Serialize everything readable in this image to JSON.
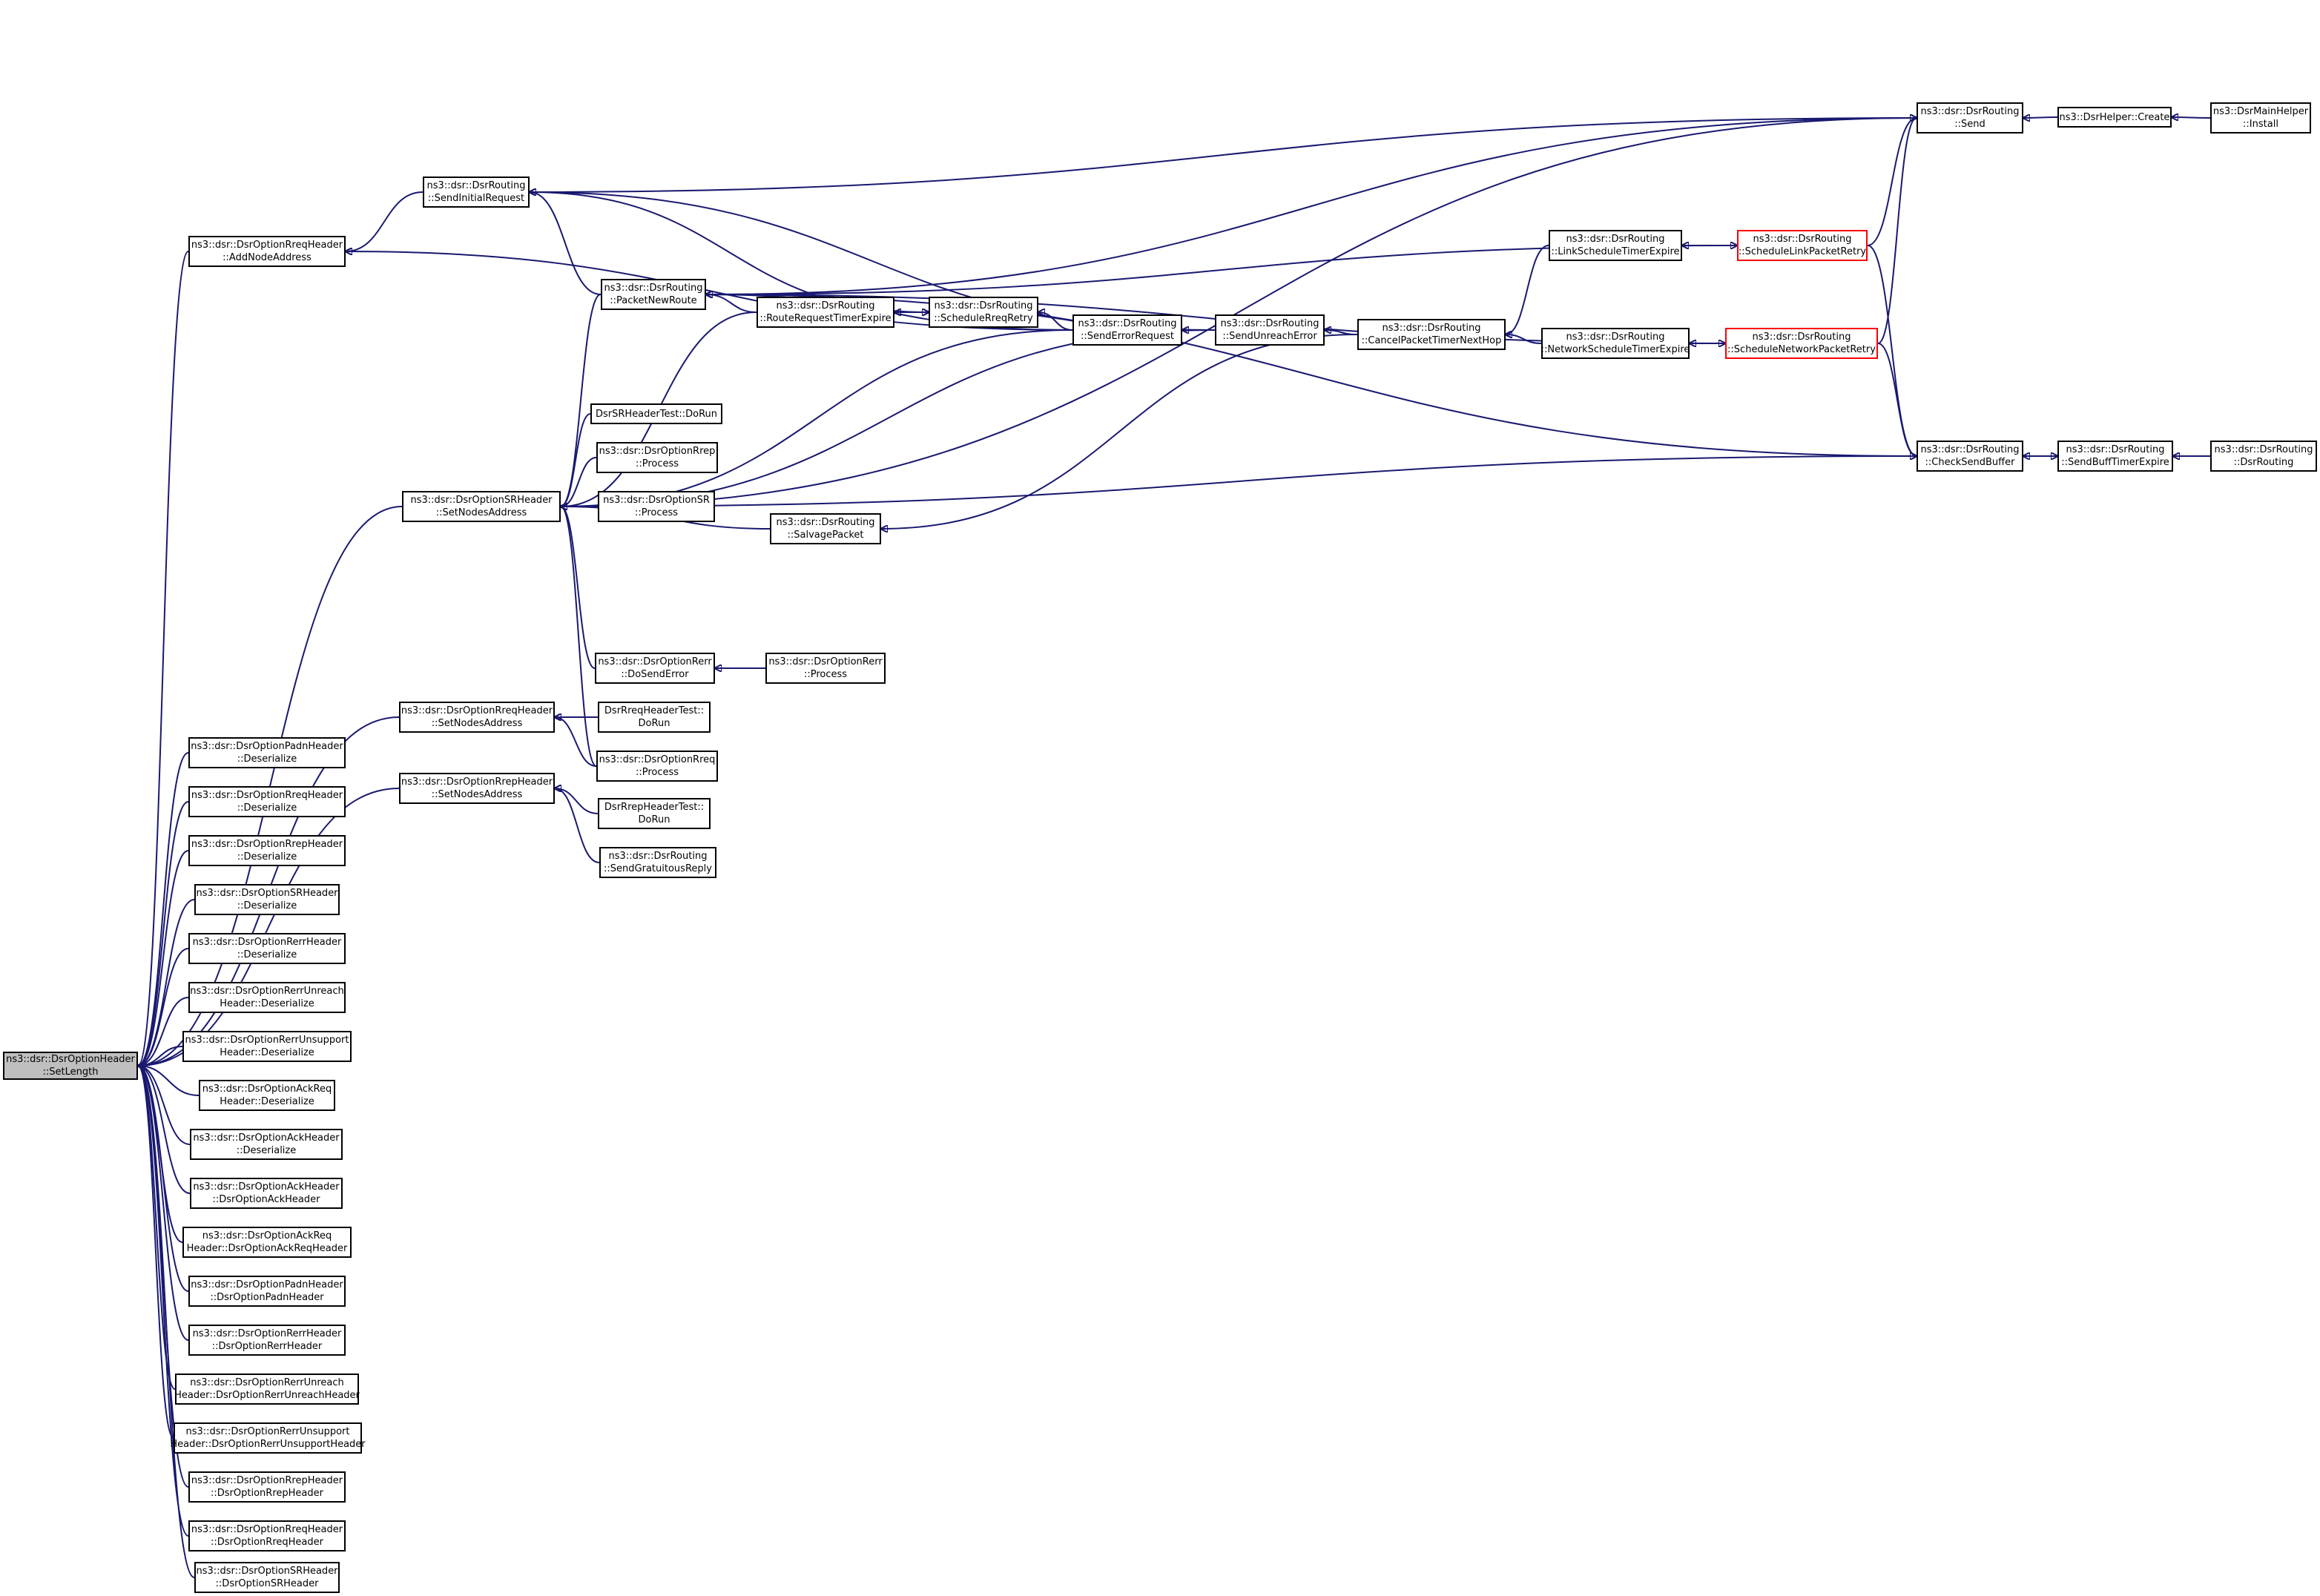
{
  "colors": {
    "edge": "#191970",
    "node_border": "#000000",
    "focus_fill": "#bfbfbf",
    "truncated_border": "#ff0000"
  },
  "nodes": {
    "setlength": {
      "l1": "ns3::dsr::DsrOptionHeader",
      "l2": "::SetLength"
    },
    "addnodeaddress": {
      "l1": "ns3::dsr::DsrOptionRreqHeader",
      "l2": "::AddNodeAddress"
    },
    "sendinitialreq": {
      "l1": "ns3::dsr::DsrRouting",
      "l2": "::SendInitialRequest"
    },
    "srsetnodes": {
      "l1": "ns3::dsr::DsrOptionSRHeader",
      "l2": "::SetNodesAddress"
    },
    "rreqsetnodes": {
      "l1": "ns3::dsr::DsrOptionRreqHeader",
      "l2": "::SetNodesAddress"
    },
    "rrepsetnodes": {
      "l1": "ns3::dsr::DsrOptionRrepHeader",
      "l2": "::SetNodesAddress"
    },
    "padn_deser": {
      "l1": "ns3::dsr::DsrOptionPadnHeader",
      "l2": "::Deserialize"
    },
    "rreq_deser": {
      "l1": "ns3::dsr::DsrOptionRreqHeader",
      "l2": "::Deserialize"
    },
    "rrep_deser": {
      "l1": "ns3::dsr::DsrOptionRrepHeader",
      "l2": "::Deserialize"
    },
    "sr_deser": {
      "l1": "ns3::dsr::DsrOptionSRHeader",
      "l2": "::Deserialize"
    },
    "rerr_deser": {
      "l1": "ns3::dsr::DsrOptionRerrHeader",
      "l2": "::Deserialize"
    },
    "rerrun_deser": {
      "l1": "ns3::dsr::DsrOptionRerrUnreach",
      "l2": "Header::Deserialize"
    },
    "rerrus_deser": {
      "l1": "ns3::dsr::DsrOptionRerrUnsupport",
      "l2": "Header::Deserialize"
    },
    "ackreq_deser": {
      "l1": "ns3::dsr::DsrOptionAckReq",
      "l2": "Header::Deserialize"
    },
    "ack_deser": {
      "l1": "ns3::dsr::DsrOptionAckHeader",
      "l2": "::Deserialize"
    },
    "ack_ctor": {
      "l1": "ns3::dsr::DsrOptionAckHeader",
      "l2": "::DsrOptionAckHeader"
    },
    "ackreq_ctor": {
      "l1": "ns3::dsr::DsrOptionAckReq",
      "l2": "Header::DsrOptionAckReqHeader"
    },
    "padn_ctor": {
      "l1": "ns3::dsr::DsrOptionPadnHeader",
      "l2": "::DsrOptionPadnHeader"
    },
    "rerr_ctor": {
      "l1": "ns3::dsr::DsrOptionRerrHeader",
      "l2": "::DsrOptionRerrHeader"
    },
    "rerrun_ctor": {
      "l1": "ns3::dsr::DsrOptionRerrUnreach",
      "l2": "Header::DsrOptionRerrUnreachHeader"
    },
    "rerrus_ctor": {
      "l1": "ns3::dsr::DsrOptionRerrUnsupport",
      "l2": "Header::DsrOptionRerrUnsupportHeader"
    },
    "rrep_ctor": {
      "l1": "ns3::dsr::DsrOptionRrepHeader",
      "l2": "::DsrOptionRrepHeader"
    },
    "rreq_ctor": {
      "l1": "ns3::dsr::DsrOptionRreqHeader",
      "l2": "::DsrOptionRreqHeader"
    },
    "sr_ctor": {
      "l1": "ns3::dsr::DsrOptionSRHeader",
      "l2": "::DsrOptionSRHeader"
    },
    "packetnewroute": {
      "l1": "ns3::dsr::DsrRouting",
      "l2": "::PacketNewRoute"
    },
    "srtestdorun": {
      "l1": "DsrSRHeaderTest::DoRun"
    },
    "rrep_process": {
      "l1": "ns3::dsr::DsrOptionRrep",
      "l2": "::Process"
    },
    "sr_process": {
      "l1": "ns3::dsr::DsrOptionSR",
      "l2": "::Process"
    },
    "rerr_dosend": {
      "l1": "ns3::dsr::DsrOptionRerr",
      "l2": "::DoSendError"
    },
    "rreqtest": {
      "l1": "DsrRreqHeaderTest::",
      "l2": "DoRun"
    },
    "rreq_process": {
      "l1": "ns3::dsr::DsrOptionRreq",
      "l2": "::Process"
    },
    "rreptest": {
      "l1": "DsrRrepHeaderTest::",
      "l2": "DoRun"
    },
    "sendgratuitous": {
      "l1": "ns3::dsr::DsrRouting",
      "l2": "::SendGratuitousReply"
    },
    "routereqtimer": {
      "l1": "ns3::dsr::DsrRouting",
      "l2": "::RouteRequestTimerExpire"
    },
    "salvage": {
      "l1": "ns3::dsr::DsrRouting",
      "l2": "::SalvagePacket"
    },
    "rerr_process": {
      "l1": "ns3::dsr::DsrOptionRerr",
      "l2": "::Process"
    },
    "schedrreqretry": {
      "l1": "ns3::dsr::DsrRouting",
      "l2": "::ScheduleRreqRetry"
    },
    "senderrorreq": {
      "l1": "ns3::dsr::DsrRouting",
      "l2": "::SendErrorRequest"
    },
    "sendunreach": {
      "l1": "ns3::dsr::DsrRouting",
      "l2": "::SendUnreachError"
    },
    "cancelpacket": {
      "l1": "ns3::dsr::DsrRouting",
      "l2": "::CancelPacketTimerNextHop"
    },
    "linksched": {
      "l1": "ns3::dsr::DsrRouting",
      "l2": "::LinkScheduleTimerExpire"
    },
    "netsched": {
      "l1": "ns3::dsr::DsrRouting",
      "l2": "::NetworkScheduleTimerExpire"
    },
    "schedlink": {
      "l1": "ns3::dsr::DsrRouting",
      "l2": "::ScheduleLinkPacketRetry"
    },
    "schednet": {
      "l1": "ns3::dsr::DsrRouting",
      "l2": "::ScheduleNetworkPacketRetry"
    },
    "send": {
      "l1": "ns3::dsr::DsrRouting",
      "l2": "::Send"
    },
    "checksendbuf": {
      "l1": "ns3::dsr::DsrRouting",
      "l2": "::CheckSendBuffer"
    },
    "helpercreate": {
      "l1": "ns3::DsrHelper::Create"
    },
    "mainhelper": {
      "l1": "ns3::DsrMainHelper",
      "l2": "::Install"
    },
    "sendbufftimer": {
      "l1": "ns3::dsr::DsrRouting",
      "l2": "::SendBuffTimerExpire"
    },
    "dsrrouting": {
      "l1": "ns3::dsr::DsrRouting",
      "l2": "::DsrRouting"
    }
  },
  "edges": [
    [
      "addnodeaddress",
      "setlength"
    ],
    [
      "srsetnodes",
      "setlength"
    ],
    [
      "rreqsetnodes",
      "setlength"
    ],
    [
      "rrepsetnodes",
      "setlength"
    ],
    [
      "padn_deser",
      "setlength"
    ],
    [
      "rreq_deser",
      "setlength"
    ],
    [
      "rrep_deser",
      "setlength"
    ],
    [
      "sr_deser",
      "setlength"
    ],
    [
      "rerr_deser",
      "setlength"
    ],
    [
      "rerrun_deser",
      "setlength"
    ],
    [
      "rerrus_deser",
      "setlength"
    ],
    [
      "ackreq_deser",
      "setlength"
    ],
    [
      "ack_deser",
      "setlength"
    ],
    [
      "ack_ctor",
      "setlength"
    ],
    [
      "ackreq_ctor",
      "setlength"
    ],
    [
      "padn_ctor",
      "setlength"
    ],
    [
      "rerr_ctor",
      "setlength"
    ],
    [
      "rerrun_ctor",
      "setlength"
    ],
    [
      "rerrus_ctor",
      "setlength"
    ],
    [
      "rrep_ctor",
      "setlength"
    ],
    [
      "rreq_ctor",
      "setlength"
    ],
    [
      "sr_ctor",
      "setlength"
    ],
    [
      "sendinitialreq",
      "addnodeaddress"
    ],
    [
      "senderrorreq",
      "addnodeaddress"
    ],
    [
      "send",
      "sendinitialreq"
    ],
    [
      "sendunreach",
      "sendinitialreq"
    ],
    [
      "packetnewroute",
      "sendinitialreq"
    ],
    [
      "packetnewroute",
      "srsetnodes"
    ],
    [
      "srtestdorun",
      "srsetnodes"
    ],
    [
      "rrep_process",
      "srsetnodes"
    ],
    [
      "sr_process",
      "srsetnodes"
    ],
    [
      "rerr_dosend",
      "srsetnodes"
    ],
    [
      "rreq_process",
      "srsetnodes"
    ],
    [
      "salvage",
      "srsetnodes"
    ],
    [
      "routereqtimer",
      "srsetnodes"
    ],
    [
      "senderrorreq",
      "srsetnodes"
    ],
    [
      "sendunreach",
      "srsetnodes"
    ],
    [
      "send",
      "srsetnodes"
    ],
    [
      "checksendbuf",
      "srsetnodes"
    ],
    [
      "rreqtest",
      "rreqsetnodes"
    ],
    [
      "rreq_process",
      "rreqsetnodes"
    ],
    [
      "rreptest",
      "rrepsetnodes"
    ],
    [
      "sendgratuitous",
      "rrepsetnodes"
    ],
    [
      "rerr_process",
      "rerr_dosend"
    ],
    [
      "routereqtimer",
      "packetnewroute"
    ],
    [
      "senderrorreq",
      "packetnewroute"
    ],
    [
      "send",
      "packetnewroute"
    ],
    [
      "schedlink",
      "packetnewroute"
    ],
    [
      "schednet",
      "packetnewroute"
    ],
    [
      "checksendbuf",
      "packetnewroute"
    ],
    [
      "schedrreqretry",
      "routereqtimer"
    ],
    [
      "routereqtimer",
      "schedrreqretry"
    ],
    [
      "sendinitialreq",
      "schedrreqretry"
    ],
    [
      "senderrorreq",
      "schedrreqretry"
    ],
    [
      "sendunreach",
      "senderrorreq"
    ],
    [
      "cancelpacket",
      "sendunreach"
    ],
    [
      "cancelpacket",
      "salvage"
    ],
    [
      "linksched",
      "cancelpacket"
    ],
    [
      "netsched",
      "cancelpacket"
    ],
    [
      "schedlink",
      "linksched"
    ],
    [
      "linksched",
      "schedlink"
    ],
    [
      "schednet",
      "netsched"
    ],
    [
      "netsched",
      "schednet"
    ],
    [
      "schedlink",
      "send"
    ],
    [
      "schednet",
      "send"
    ],
    [
      "schedlink",
      "checksendbuf"
    ],
    [
      "schednet",
      "checksendbuf"
    ],
    [
      "helpercreate",
      "send"
    ],
    [
      "mainhelper",
      "helpercreate"
    ],
    [
      "sendbufftimer",
      "checksendbuf"
    ],
    [
      "checksendbuf",
      "sendbufftimer"
    ],
    [
      "dsrrouting",
      "sendbufftimer"
    ]
  ]
}
